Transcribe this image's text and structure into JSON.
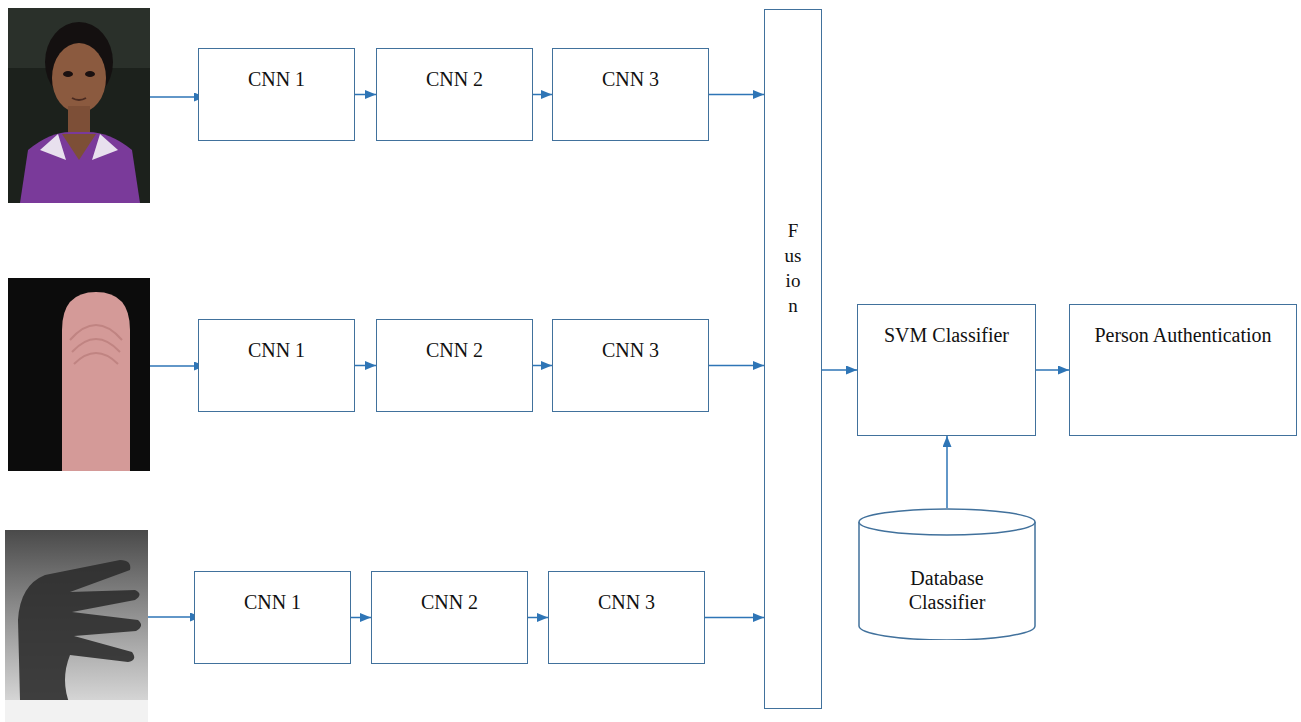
{
  "diagram": {
    "nodes": [
      {
        "text": [
          "CNN 1"
        ]
      },
      {
        "text": [
          "CNN 2"
        ]
      },
      {
        "text": [
          "CNN 3"
        ]
      },
      {
        "text": [
          "CNN 1"
        ]
      },
      {
        "text": [
          "CNN 2"
        ]
      },
      {
        "text": [
          "CNN 3"
        ]
      },
      {
        "text": [
          "CNN 1"
        ]
      },
      {
        "text": [
          "CNN 2"
        ]
      },
      {
        "text": [
          "CNN 3"
        ]
      },
      {
        "text": [
          "Fusion"
        ]
      },
      {
        "text": [
          "SVM Classifier"
        ]
      },
      {
        "text": [
          "Person Authentication"
        ]
      },
      {
        "text": [
          "Database Classifier"
        ]
      }
    ],
    "edges": [
      {
        "from": 0,
        "to": 1,
        "arrow": "to"
      },
      {
        "from": 1,
        "to": 2,
        "arrow": "to"
      },
      {
        "from": 2,
        "to": 9,
        "arrow": "to"
      },
      {
        "from": 3,
        "to": 4,
        "arrow": "to"
      },
      {
        "from": 4,
        "to": 5,
        "arrow": "to"
      },
      {
        "from": 5,
        "to": 9,
        "arrow": "to"
      },
      {
        "from": 6,
        "to": 7,
        "arrow": "to"
      },
      {
        "from": 7,
        "to": 8,
        "arrow": "to"
      },
      {
        "from": 8,
        "to": 9,
        "arrow": "to"
      },
      {
        "from": 9,
        "to": 10,
        "arrow": "to"
      },
      {
        "from": 10,
        "to": 11,
        "arrow": "to"
      },
      {
        "from": 12,
        "to": 10,
        "arrow": "to"
      }
    ]
  }
}
